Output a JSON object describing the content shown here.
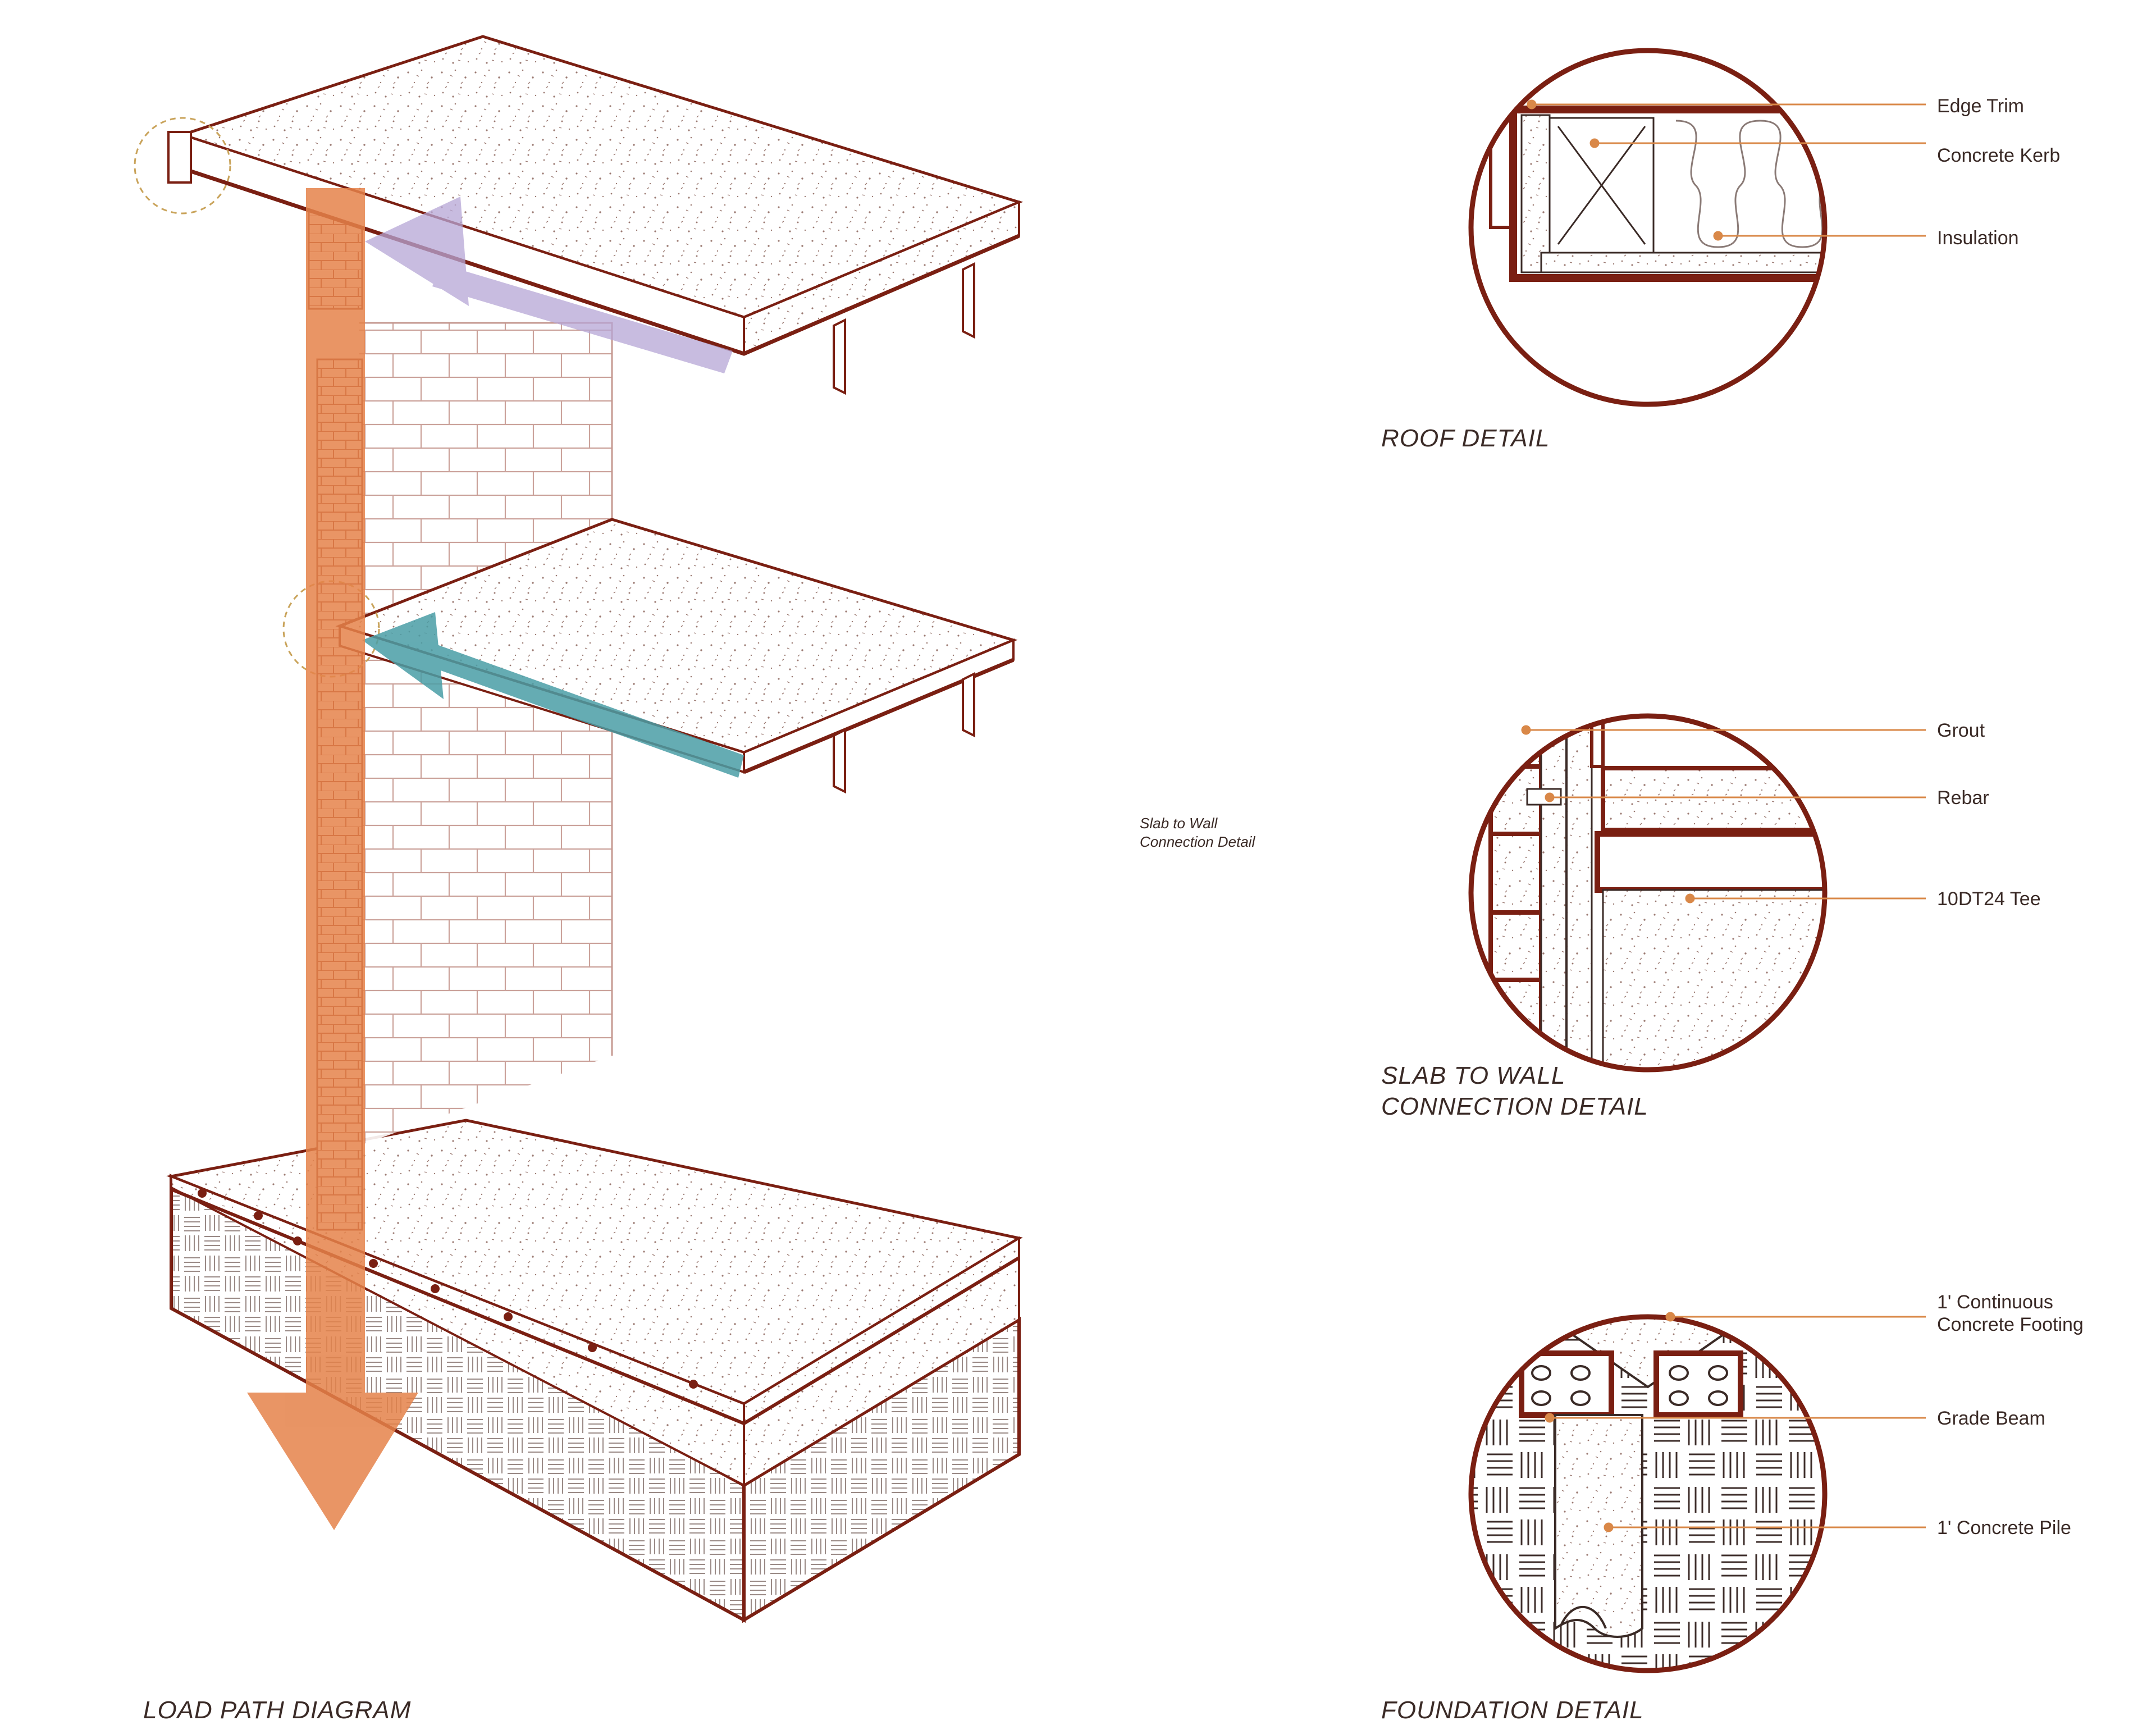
{
  "colors": {
    "structure": "#7a1f12",
    "line_light": "#b48a80",
    "orange_load": "#e5824a",
    "purple_load": "#b6a6d6",
    "teal_load": "#4a9ea6",
    "callout": "#d98848"
  },
  "load_path": {
    "title": "LOAD PATH DIAGRAM"
  },
  "slab_note": {
    "line1": "Slab to Wall",
    "line2": "Connection Detail"
  },
  "roof_detail": {
    "title": "ROOF DETAIL",
    "labels": [
      "Edge Trim",
      "Concrete Kerb",
      "Insulation"
    ]
  },
  "slab_detail": {
    "title_line1": "SLAB TO WALL",
    "title_line2": "CONNECTION DETAIL",
    "labels": [
      "Grout",
      "Rebar",
      "10DT24 Tee"
    ]
  },
  "foundation_detail": {
    "title": "FOUNDATION DETAIL",
    "labels": [
      "1' Continuous",
      "Concrete Footing",
      "Grade Beam",
      "1' Concrete Pile"
    ]
  }
}
